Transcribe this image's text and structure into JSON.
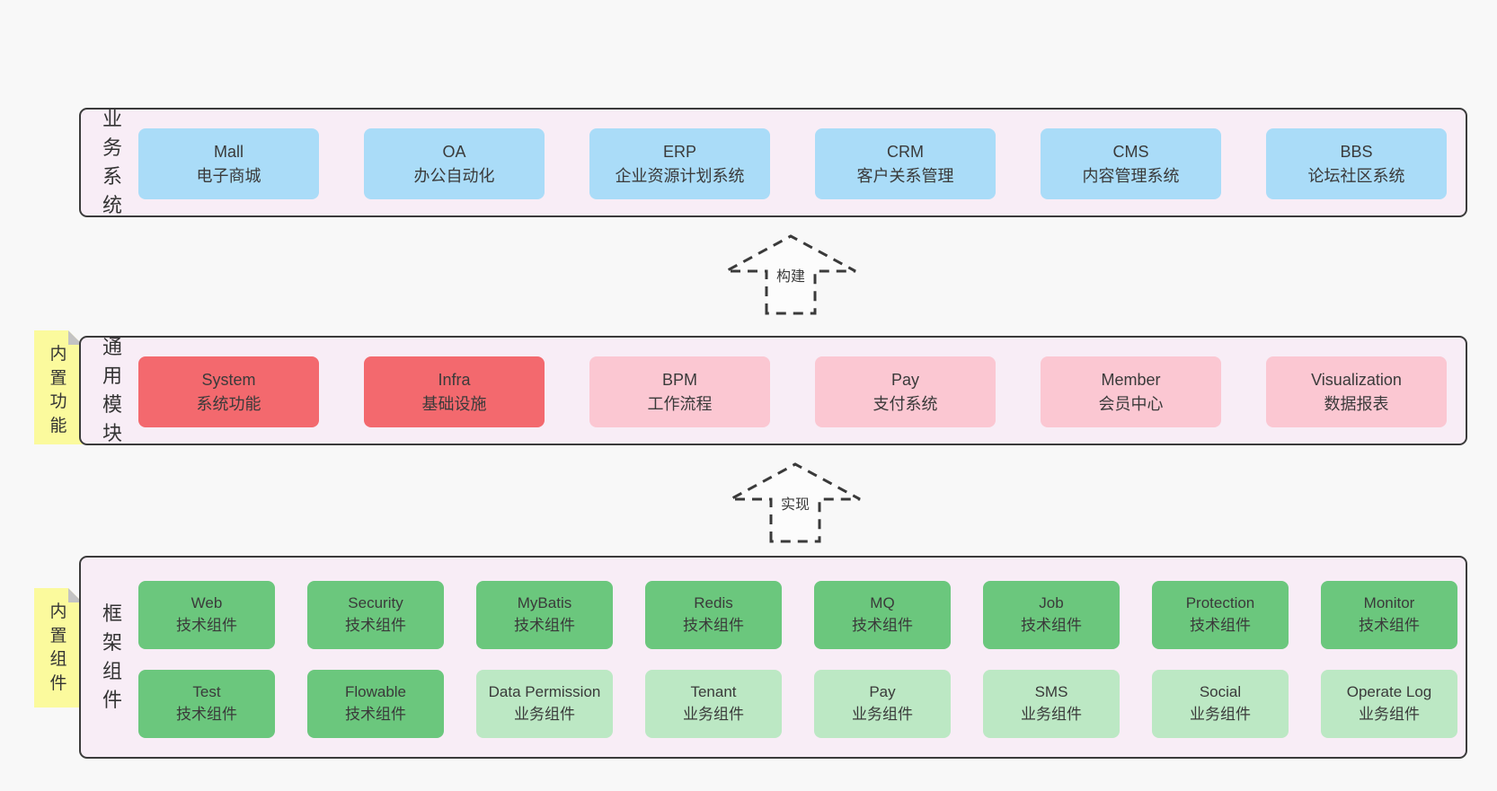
{
  "colors": {
    "page_bg": "#f8f8f8",
    "panel_bg": "#f8edf6",
    "panel_border": "#3b3b3b",
    "blue_box": "#aadcf8",
    "red_box": "#f3696e",
    "pink_box": "#fbc7d2",
    "green_box": "#6bc77d",
    "light_green_box": "#bce8c4",
    "sticky_yellow": "#fbfa9d",
    "fold_gray": "#c3c3c3",
    "text": "#3a3a3a"
  },
  "arrows": [
    {
      "label": "构建"
    },
    {
      "label": "实现"
    }
  ],
  "layers": {
    "business": {
      "label": "业务系统",
      "boxes": [
        {
          "name": "Mall",
          "desc": "电子商城",
          "variant": "blue"
        },
        {
          "name": "OA",
          "desc": "办公自动化",
          "variant": "blue"
        },
        {
          "name": "ERP",
          "desc": "企业资源计划系统",
          "variant": "blue"
        },
        {
          "name": "CRM",
          "desc": "客户关系管理",
          "variant": "blue"
        },
        {
          "name": "CMS",
          "desc": "内容管理系统",
          "variant": "blue"
        },
        {
          "name": "BBS",
          "desc": "论坛社区系统",
          "variant": "blue"
        }
      ]
    },
    "modules": {
      "label": "通用模块",
      "sticky": "内置功能",
      "boxes": [
        {
          "name": "System",
          "desc": "系统功能",
          "variant": "red"
        },
        {
          "name": "Infra",
          "desc": "基础设施",
          "variant": "red"
        },
        {
          "name": "BPM",
          "desc": "工作流程",
          "variant": "pink"
        },
        {
          "name": "Pay",
          "desc": "支付系统",
          "variant": "pink"
        },
        {
          "name": "Member",
          "desc": "会员中心",
          "variant": "pink"
        },
        {
          "name": "Visualization",
          "desc": "数据报表",
          "variant": "pink"
        }
      ]
    },
    "components": {
      "label": "框架组件",
      "sticky": "内置组件",
      "row1": [
        {
          "name": "Web",
          "desc": "技术组件",
          "variant": "green"
        },
        {
          "name": "Security",
          "desc": "技术组件",
          "variant": "green"
        },
        {
          "name": "MyBatis",
          "desc": "技术组件",
          "variant": "green"
        },
        {
          "name": "Redis",
          "desc": "技术组件",
          "variant": "green"
        },
        {
          "name": "MQ",
          "desc": "技术组件",
          "variant": "green"
        },
        {
          "name": "Job",
          "desc": "技术组件",
          "variant": "green"
        },
        {
          "name": "Protection",
          "desc": "技术组件",
          "variant": "green"
        },
        {
          "name": "Monitor",
          "desc": "技术组件",
          "variant": "green"
        }
      ],
      "row2": [
        {
          "name": "Test",
          "desc": "技术组件",
          "variant": "green"
        },
        {
          "name": "Flowable",
          "desc": "技术组件",
          "variant": "green"
        },
        {
          "name": "Data Permission",
          "desc": "业务组件",
          "variant": "green-light"
        },
        {
          "name": "Tenant",
          "desc": "业务组件",
          "variant": "green-light"
        },
        {
          "name": "Pay",
          "desc": "业务组件",
          "variant": "green-light"
        },
        {
          "name": "SMS",
          "desc": "业务组件",
          "variant": "green-light"
        },
        {
          "name": "Social",
          "desc": "业务组件",
          "variant": "green-light"
        },
        {
          "name": "Operate Log",
          "desc": "业务组件",
          "variant": "green-light"
        }
      ]
    }
  }
}
